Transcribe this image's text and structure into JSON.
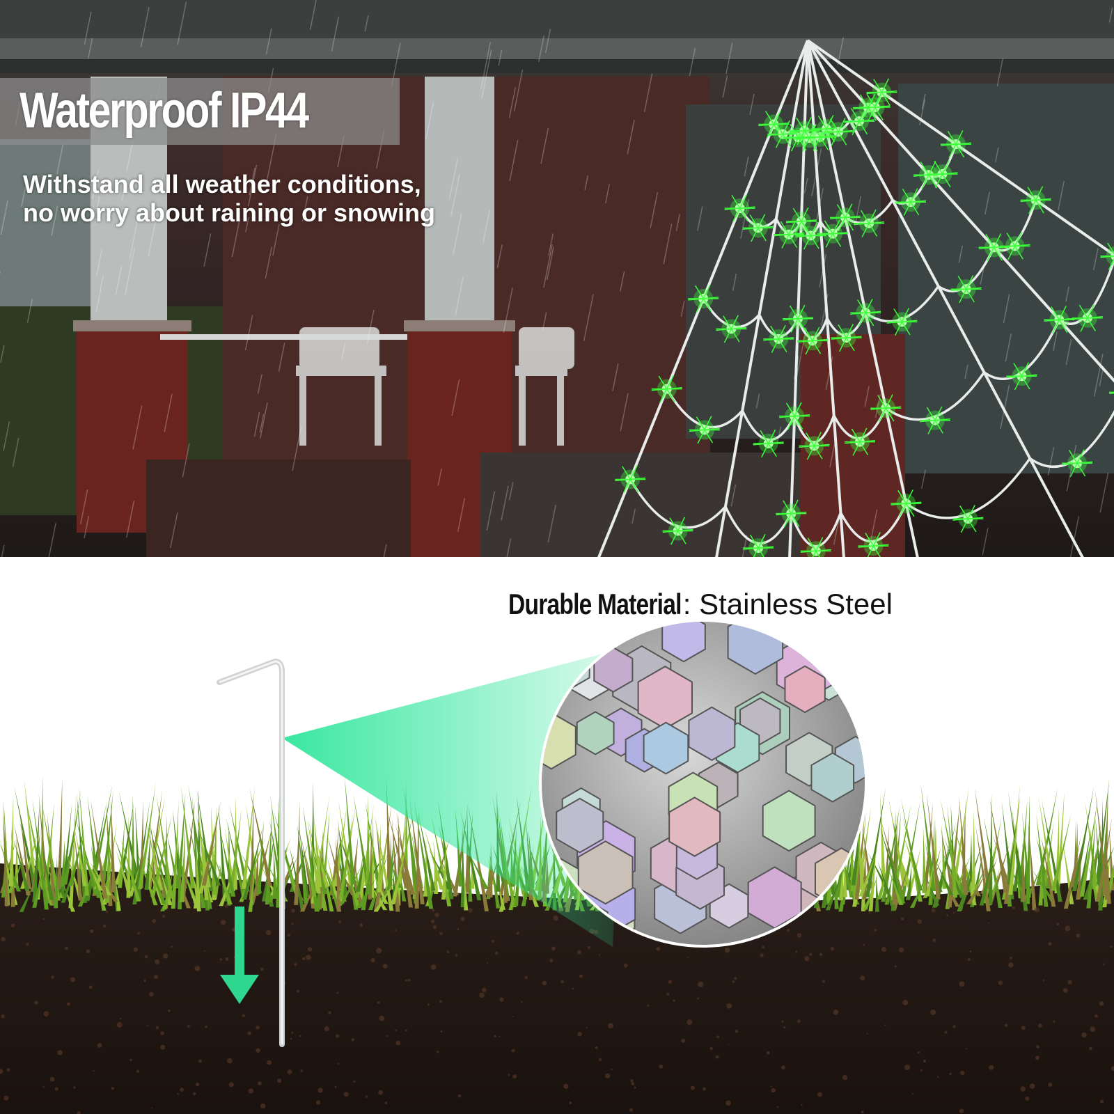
{
  "top_panel": {
    "title": "Waterproof IP44",
    "subtitle_line1": "Withstand all weather conditions,",
    "subtitle_line2": "no worry about raining or snowing",
    "light_color": "#3dff3a"
  },
  "bottom_panel": {
    "headline_bold": "Durable Material",
    "headline_rest": ": Stainless Steel",
    "accent_color": "#2ee69a",
    "arrow_icon": "arrow-down-icon"
  }
}
